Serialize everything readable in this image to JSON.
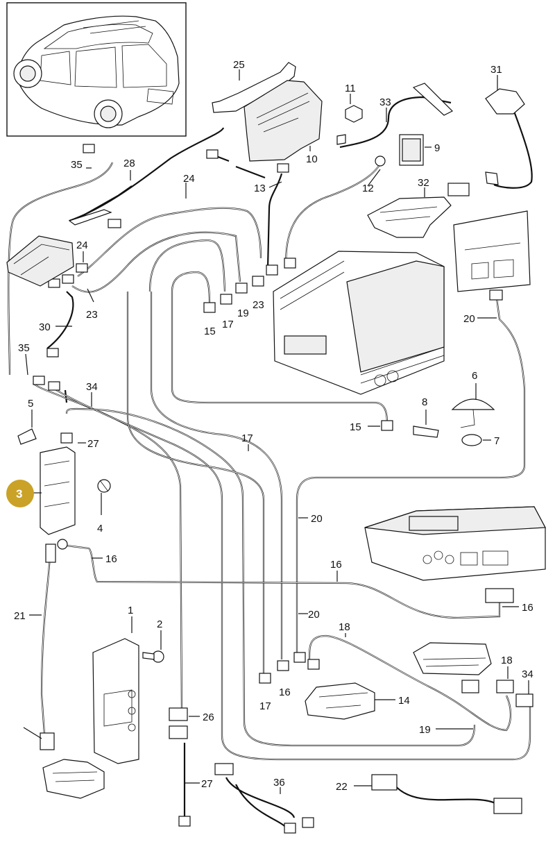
{
  "labels": {
    "l1": "1",
    "l2": "2",
    "l3": "3",
    "l4": "4",
    "l5": "5",
    "l6": "6",
    "l7": "7",
    "l8": "8",
    "l9": "9",
    "l10": "10",
    "l11": "11",
    "l12": "12",
    "l13": "13",
    "l14": "14",
    "l15a": "15",
    "l15b": "15",
    "l16a": "16",
    "l16b": "16",
    "l16c": "16",
    "l16d": "16",
    "l17a": "17",
    "l17b": "17",
    "l17c": "17",
    "l18a": "18",
    "l18b": "18",
    "l19a": "19",
    "l19b": "19",
    "l20a": "20",
    "l20b": "20",
    "l20c": "20",
    "l21": "21",
    "l22": "22",
    "l23a": "23",
    "l23b": "23",
    "l24a": "24",
    "l24b": "24",
    "l25": "25",
    "l26": "26",
    "l27a": "27",
    "l27b": "27",
    "l28": "28",
    "l30": "30",
    "l31": "31",
    "l32": "32",
    "l33": "33",
    "l34a": "34",
    "l34b": "34",
    "l35a": "35",
    "l35b": "35",
    "l36": "36"
  },
  "highlight": {
    "label": "3",
    "color": "#c9a227"
  }
}
